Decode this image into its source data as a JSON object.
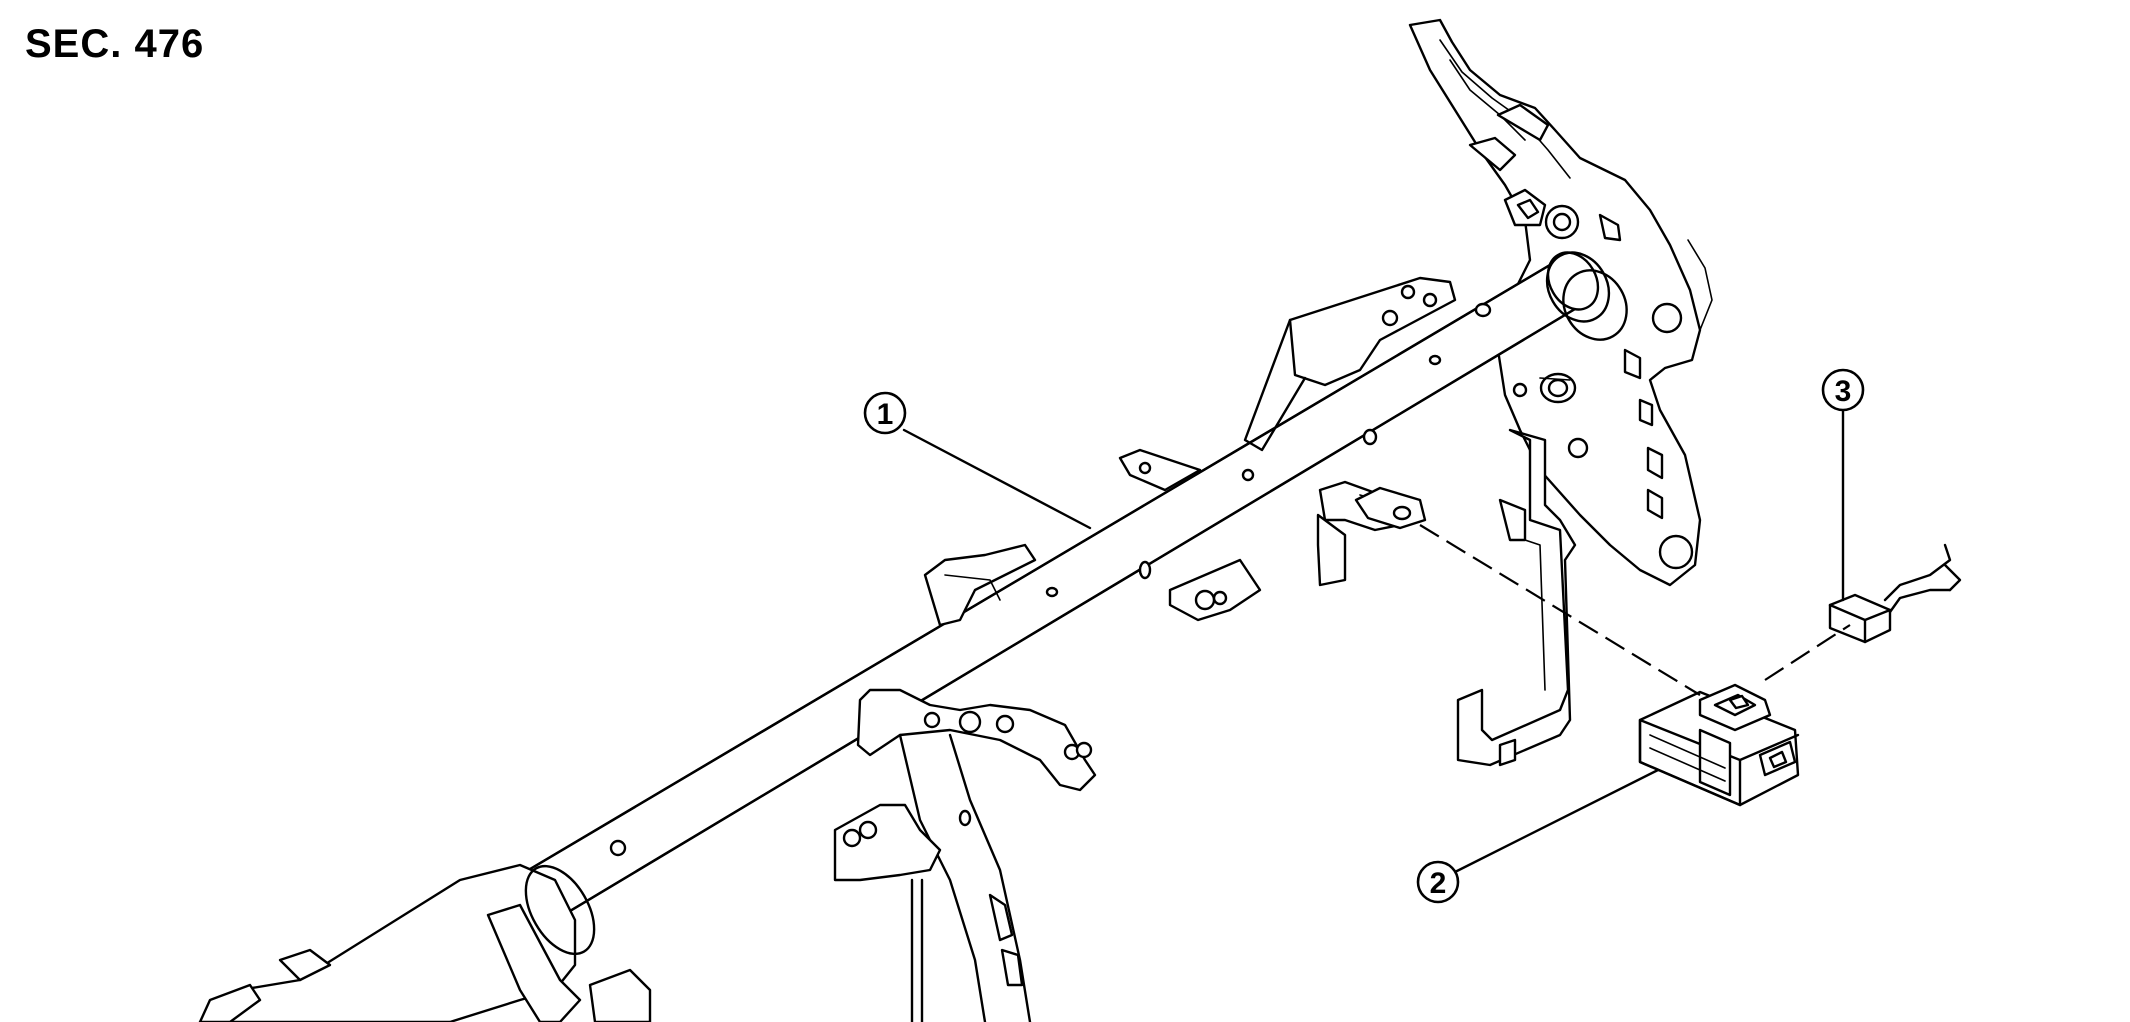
{
  "section_label": "SEC. 476",
  "callouts": [
    {
      "number": "1",
      "part": "steering-member"
    },
    {
      "number": "2",
      "part": "control-unit"
    },
    {
      "number": "3",
      "part": "harness-connector"
    }
  ]
}
